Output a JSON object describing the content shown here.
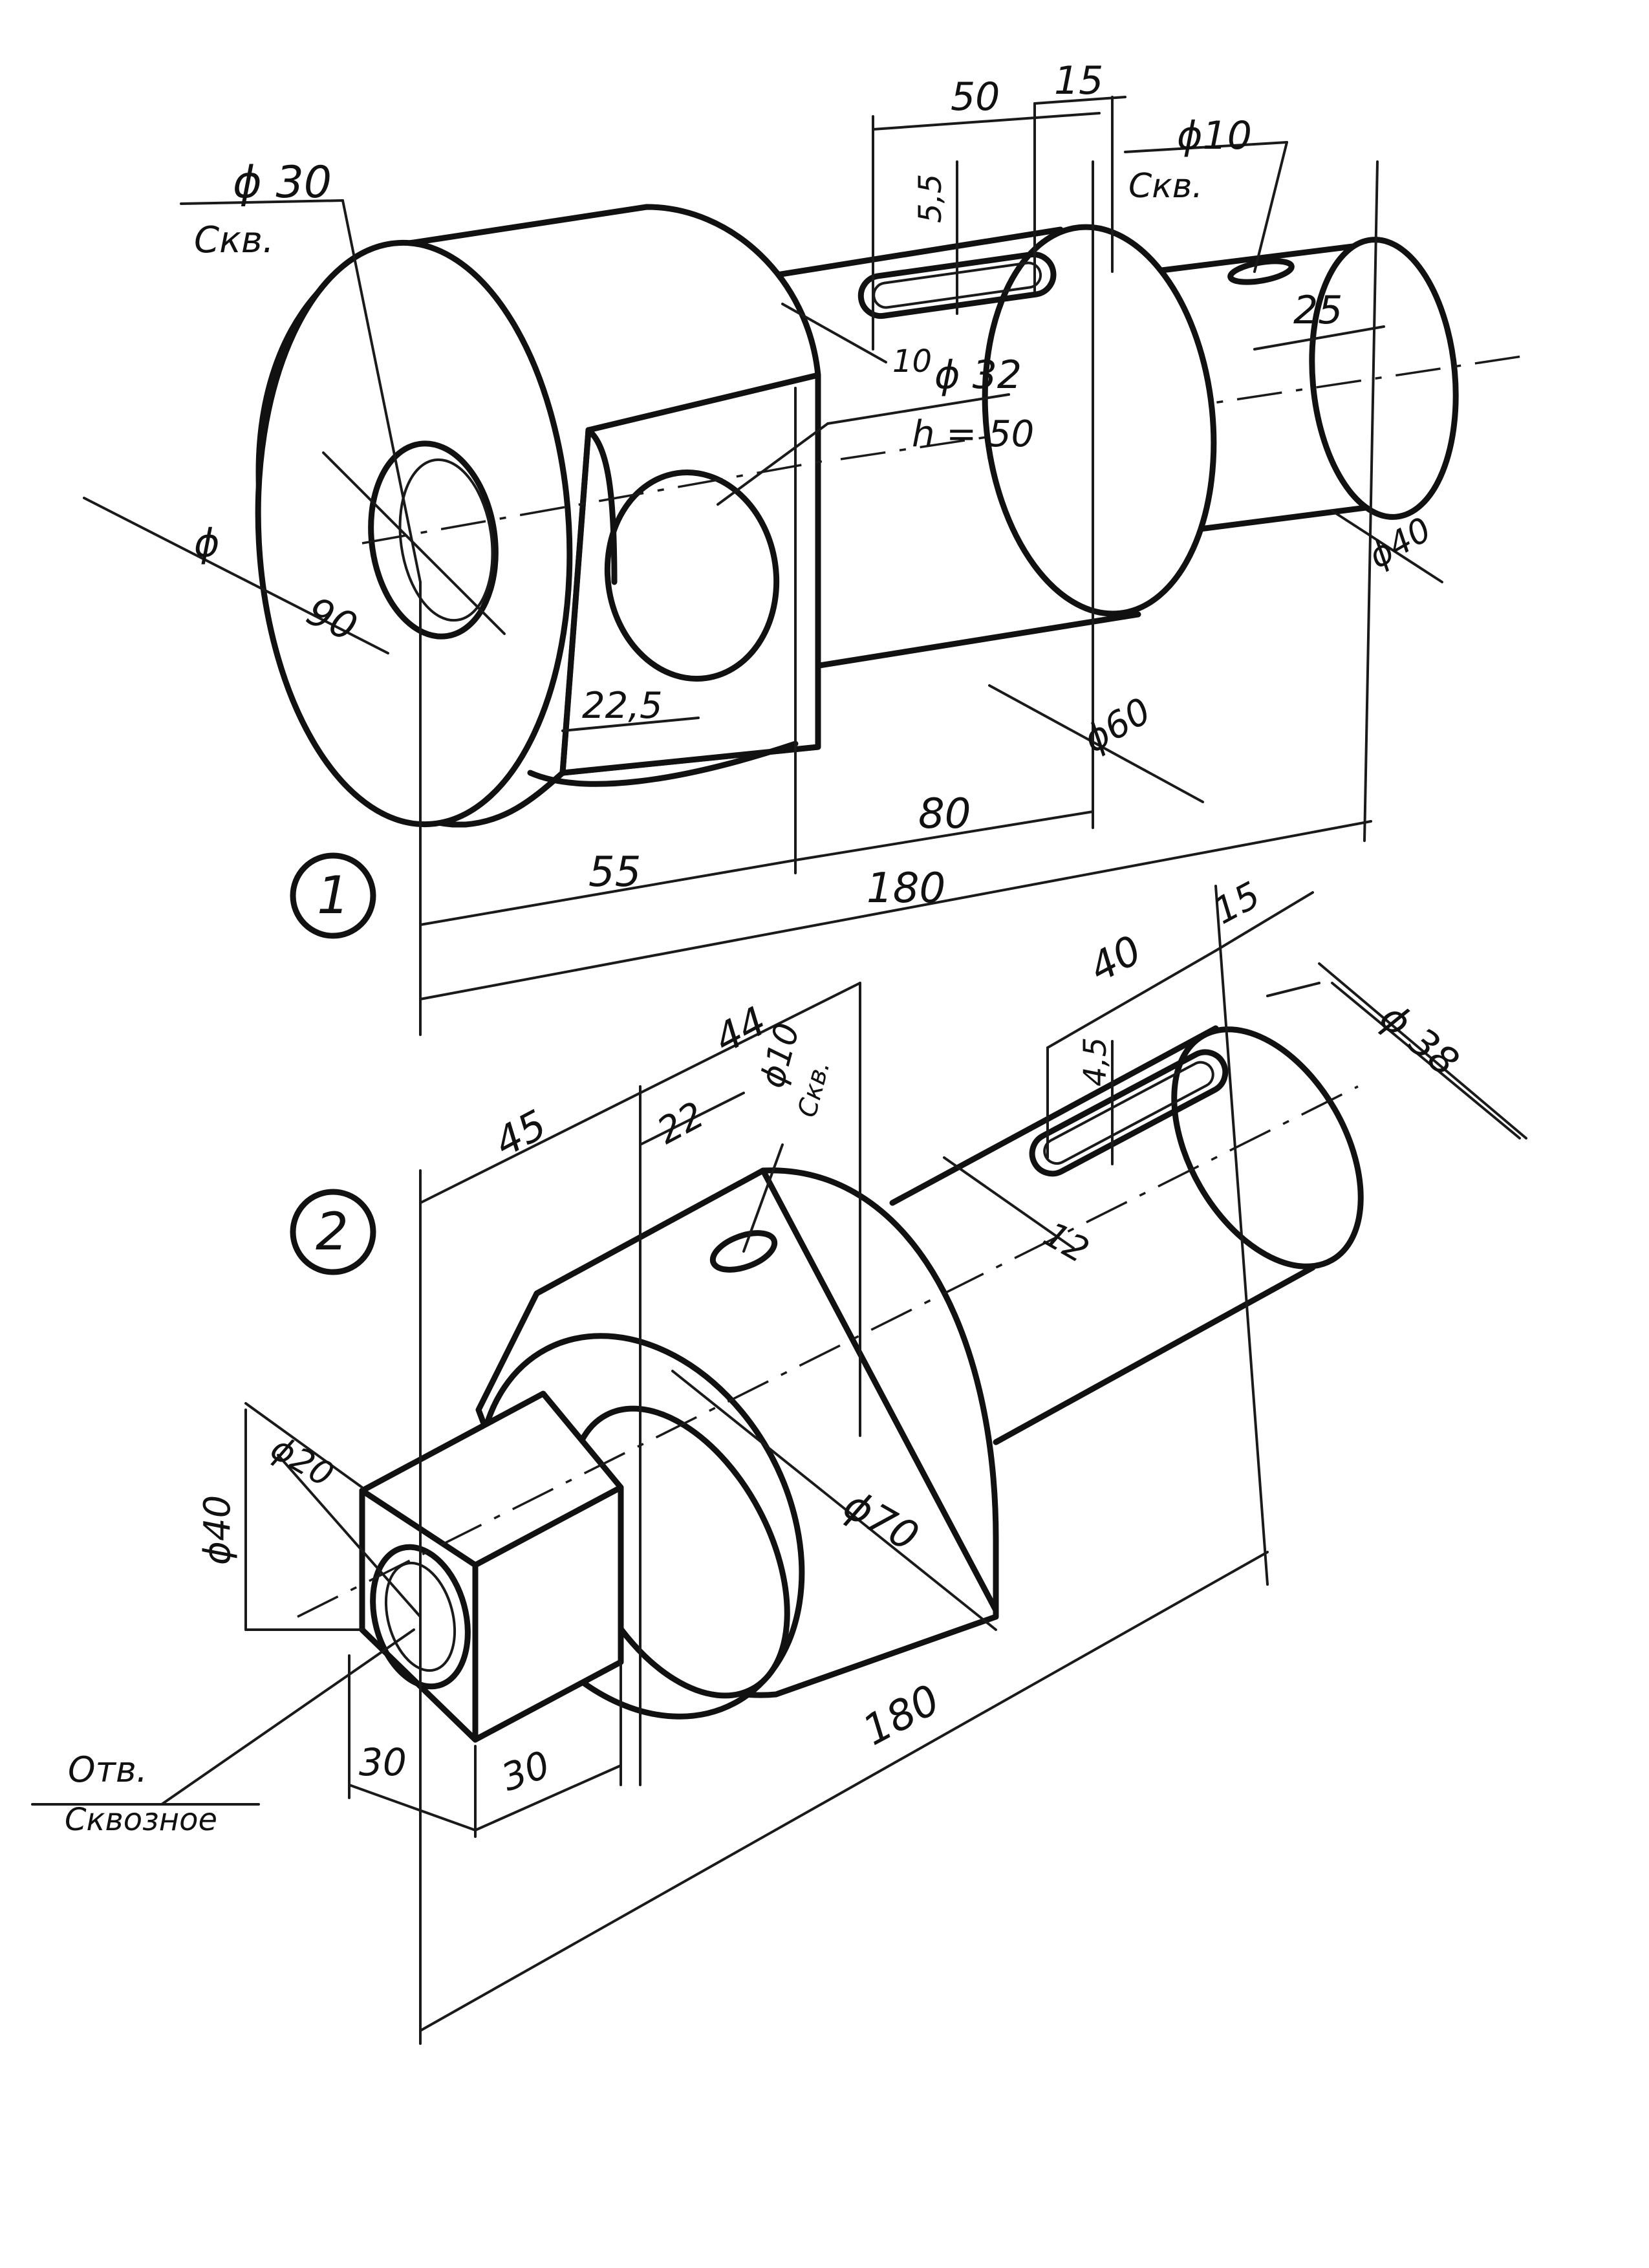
{
  "drawing": {
    "colors": {
      "ink": "#111111",
      "paper": "#ffffff"
    },
    "part1": {
      "number": "1",
      "labels": {
        "hole_diameter": "ϕ 30",
        "hole_note": "Скв.",
        "top_slot_length": "50",
        "top_slot_offset": "15",
        "slot_depth": "5,5",
        "small_hole_diameter": "ϕ10",
        "small_hole_note": "Скв.",
        "shaft_end_length": "25",
        "keyway_width": "10",
        "bore_diameter": "ϕ 32",
        "bore_depth": "h = 50",
        "block_width": "90",
        "center_symbol": "ϕ",
        "flat_offset": "22,5",
        "shaft_diameter": "ϕ60",
        "end_diameter": "ϕ40",
        "len_55": "55",
        "len_80": "80",
        "len_180": "180"
      }
    },
    "part2": {
      "number": "2",
      "labels": {
        "slot_length": "40",
        "slot_offset": "15",
        "end_diameter": "ϕ 38",
        "slot_depth": "4,5",
        "slot_width": "12",
        "len_45": "45",
        "len_44": "44",
        "len_22": "22",
        "hole_diameter": "ϕ10",
        "hole_note": "Скв.",
        "collar_diameter": "ϕ70",
        "square_size": "ϕ40",
        "hole_bore": "ϕ20",
        "note_line1": "Отв.",
        "note_line2": "Сквозное",
        "len_30_a": "30",
        "len_30_b": "30",
        "len_180": "180"
      }
    }
  }
}
